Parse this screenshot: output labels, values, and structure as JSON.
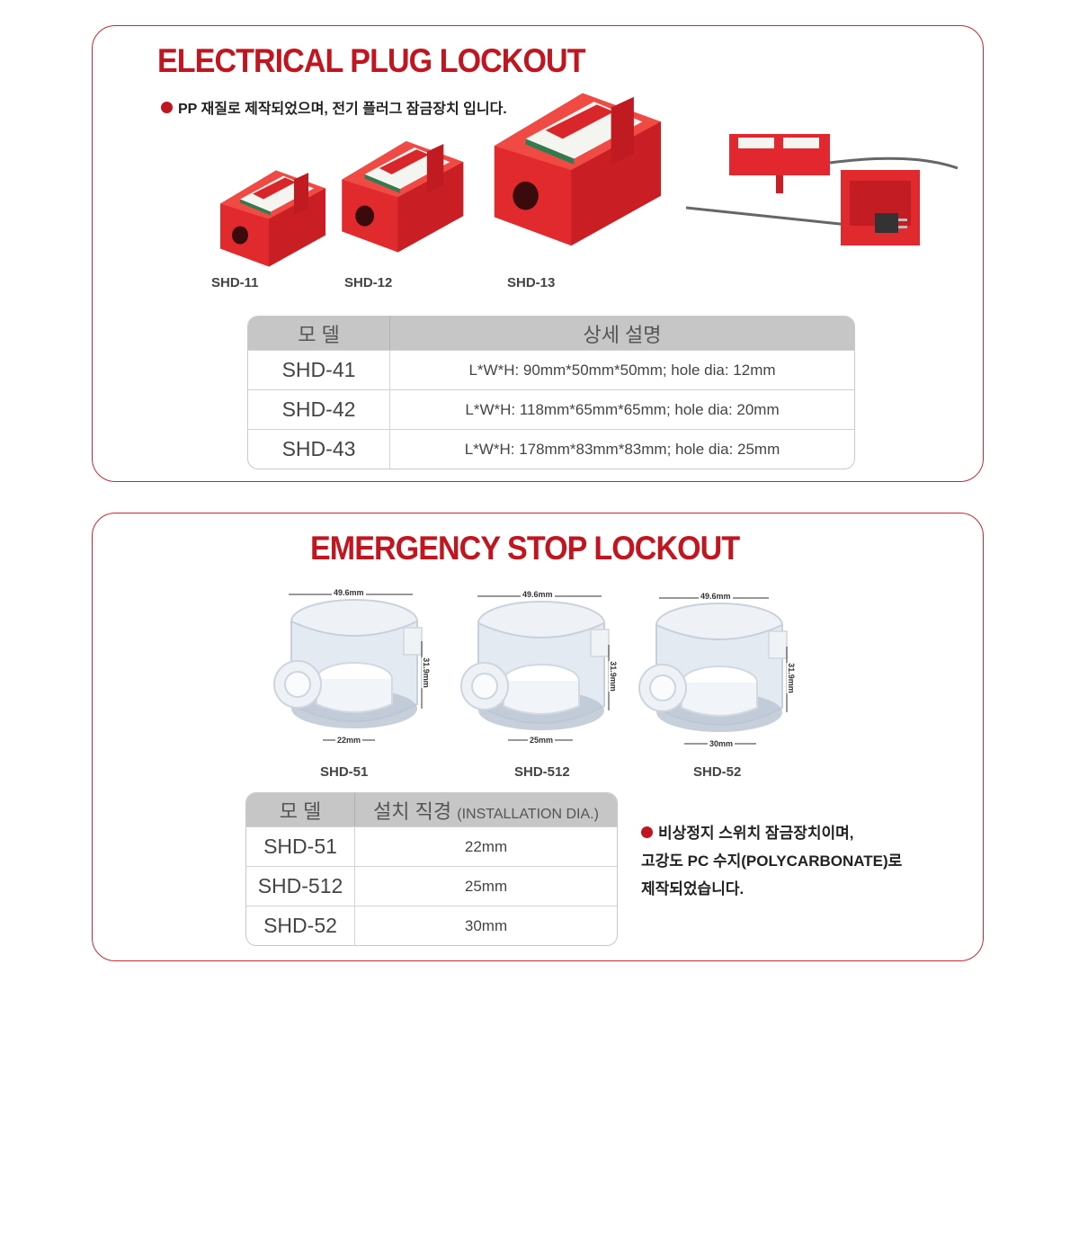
{
  "section1": {
    "title": "ELECTRICAL PLUG LOCKOUT",
    "note": "PP 재질로 제작되었으며,  전기 플러그 잠금장치 입니다.",
    "captions": [
      "SHD-11",
      "SHD-12",
      "SHD-13"
    ],
    "table": {
      "headers": [
        "모 델",
        "상세 설명"
      ],
      "rows": [
        {
          "model": "SHD-41",
          "desc": "L*W*H: 90mm*50mm*50mm; hole dia: 12mm"
        },
        {
          "model": "SHD-42",
          "desc": "L*W*H: 118mm*65mm*65mm; hole dia: 20mm"
        },
        {
          "model": "SHD-43",
          "desc": "L*W*H: 178mm*83mm*83mm; hole dia: 25mm"
        }
      ]
    }
  },
  "section2": {
    "title": "EMERGENCY STOP LOCKOUT",
    "dims": {
      "width": "49.6mm",
      "height": "31.9mm",
      "holes": [
        "22mm",
        "25mm",
        "30mm"
      ]
    },
    "captions": [
      "SHD-51",
      "SHD-512",
      "SHD-52"
    ],
    "table": {
      "headers": [
        "모 델",
        "설치 직경",
        "(INSTALLATION DIA.)"
      ],
      "rows": [
        {
          "model": "SHD-51",
          "dia": "22mm"
        },
        {
          "model": "SHD-512",
          "dia": "25mm"
        },
        {
          "model": "SHD-52",
          "dia": "30mm"
        }
      ]
    },
    "description": [
      "비상정지 스위치 잠금장치이며,",
      "고강도 PC 수지(POLYCARBONATE)로",
      "제작되었습니다."
    ]
  },
  "colors": {
    "accent": "#c1151f",
    "header_bg": "#c6c6c6",
    "product_red": "#e8252c"
  }
}
